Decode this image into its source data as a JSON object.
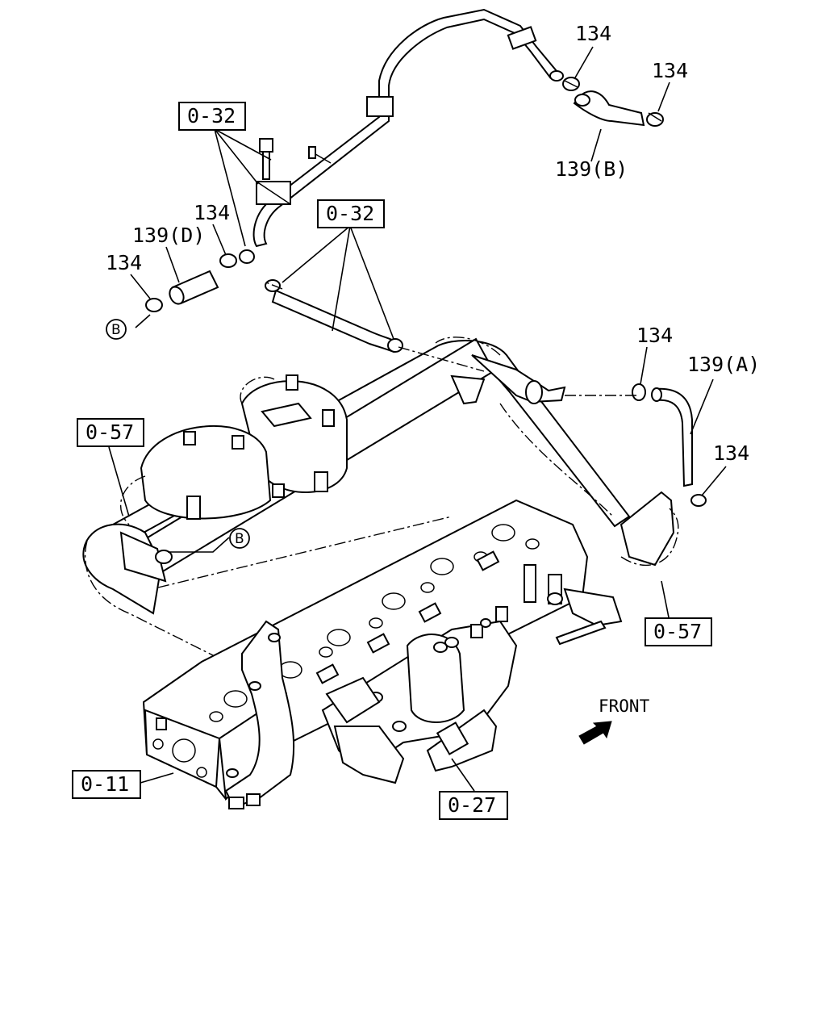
{
  "refs": {
    "r032_top": "0-32",
    "r032_mid": "0-32",
    "r057_left": "0-57",
    "r057_right": "0-57",
    "r011": "0-11",
    "r027": "0-27"
  },
  "parts": {
    "p134_a": "134",
    "p134_b": "134",
    "p134_c": "134",
    "p134_d": "134",
    "p134_e": "134",
    "p134_f": "134",
    "p139b": "139(B)",
    "p139d": "139(D)",
    "p139a": "139(A)"
  },
  "markers": {
    "b_left": "B",
    "b_mid": "B"
  },
  "front_label": "FRONT",
  "icons": [
    "front-arrow-icon"
  ]
}
